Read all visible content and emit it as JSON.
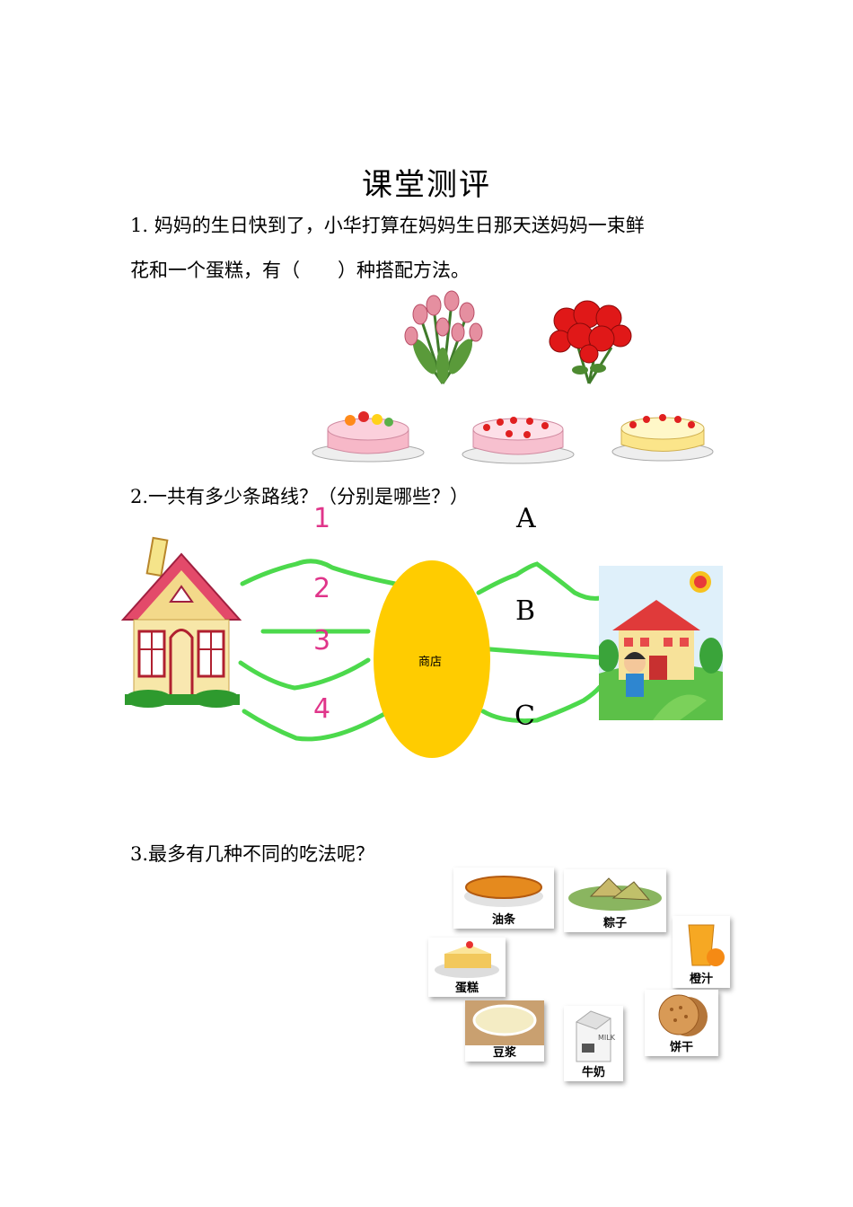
{
  "title": "课堂测评",
  "questions": {
    "q1_line1": "1. 妈妈的生日快到了，小华打算在妈妈生日那天送妈妈一束鲜",
    "q1_line2": "花和一个蛋糕，有（　　）种搭配方法。",
    "q2": "2.一共有多少条路线？（分别是哪些？）",
    "q3": "3.最多有几种不同的吃法呢？"
  },
  "routes": {
    "left": [
      "1",
      "2",
      "3",
      "4"
    ],
    "right": [
      "A",
      "B",
      "C"
    ],
    "store": "商店"
  },
  "foods": {
    "youtiao": "油条",
    "zongzi": "粽子",
    "orange_juice": "橙汁",
    "cake": "蛋糕",
    "doujiang": "豆浆",
    "milk": "牛奶",
    "biscuit": "饼干"
  },
  "colors": {
    "route_line": "#4cd94c",
    "store_fill": "#ffcc00",
    "route_numbers": "#e0358a"
  }
}
